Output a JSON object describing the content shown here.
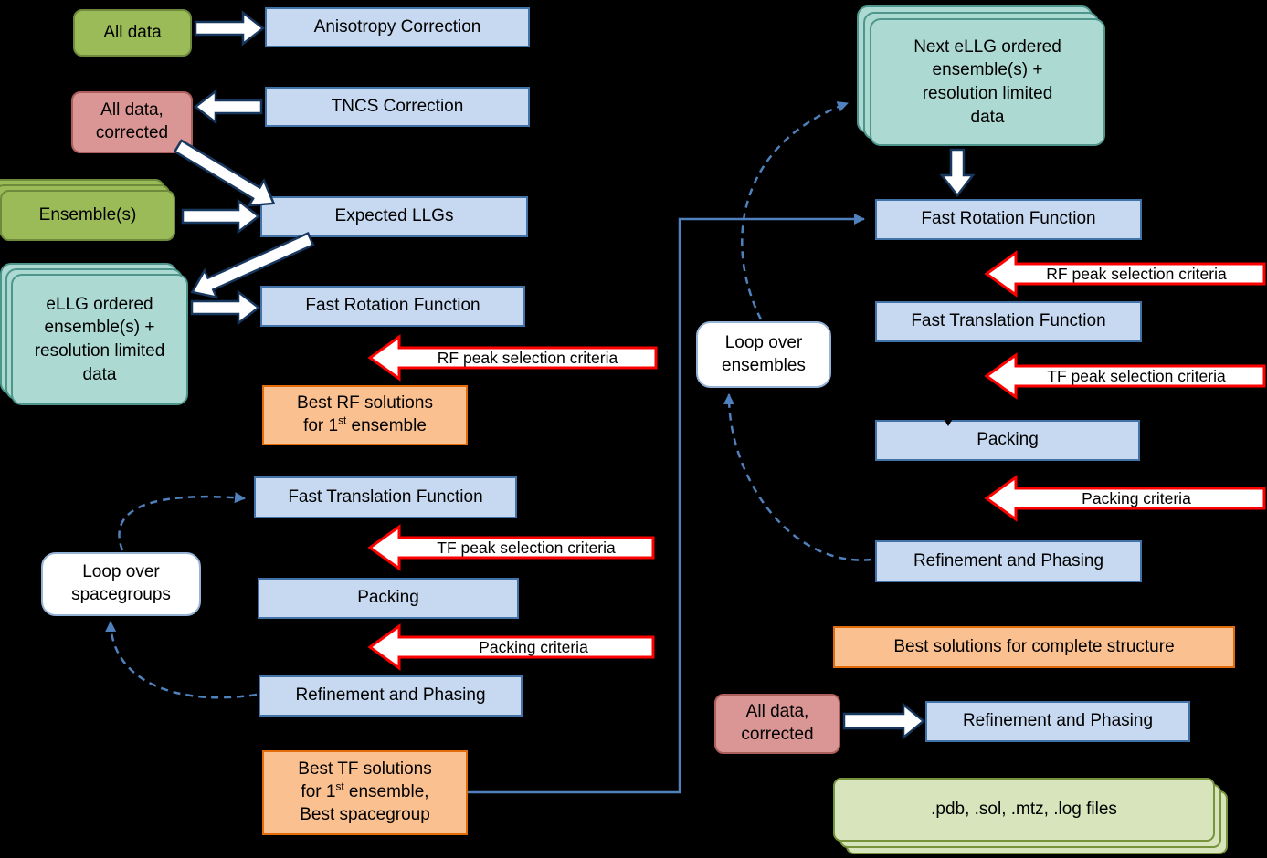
{
  "diagram": {
    "left": {
      "all_data": "All data",
      "anisotropy_correction": "Anisotropy Correction",
      "tncs_correction": "TNCS Correction",
      "all_data_corrected": "All data, corrected",
      "ensembles": "Ensemble(s)",
      "expected_llgs": "Expected LLGs",
      "ellg_ordered_ensembles": "eLLG ordered ensemble(s) + resolution limited data",
      "fast_rotation_function": "Fast Rotation Function",
      "rf_peak_criteria": "RF peak selection criteria",
      "best_rf_solutions": {
        "line1": "Best RF solutions",
        "line2_pre": "for 1",
        "line2_sup": "st",
        "line2_post": " ensemble"
      },
      "fast_translation_function": "Fast Translation Function",
      "tf_peak_criteria": "TF peak selection criteria",
      "packing": "Packing",
      "packing_criteria": "Packing criteria",
      "refinement_and_phasing": "Refinement and Phasing",
      "loop_over_spacegroups": "Loop over spacegroups",
      "best_tf_solutions": {
        "line1": "Best TF solutions",
        "line2_pre": "for 1",
        "line2_sup": "st",
        "line2_post": " ensemble,",
        "line3": "Best spacegroup"
      }
    },
    "right": {
      "next_ellg_ensembles": "Next eLLG ordered ensemble(s) + resolution limited data",
      "fast_rotation_function": "Fast Rotation Function",
      "rf_peak_criteria": "RF peak selection criteria",
      "fast_translation_function": "Fast Translation Function",
      "tf_peak_criteria": "TF peak selection criteria",
      "packing": "Packing",
      "packing_criteria": "Packing criteria",
      "refinement_and_phasing": "Refinement and Phasing",
      "loop_over_ensembles": "Loop over ensembles",
      "best_solutions": "Best solutions for complete structure",
      "all_data_corrected": "All data, corrected",
      "final_refinement_and_phasing": "Refinement and Phasing",
      "output_files": ".pdb, .sol, .mtz, .log files"
    },
    "colors": {
      "background": "#000000",
      "process_blue_fill": "#C6D9F1",
      "process_blue_border": "#4173A9",
      "data_green_fill": "#9BBB59",
      "data_green_border": "#6E8B3D",
      "data_pink_fill": "#D99694",
      "data_pink_border": "#AD5F5C",
      "ensemble_teal_fill": "#ACD9D2",
      "ensemble_teal_border": "#4E968B",
      "result_orange_fill": "#FAC090",
      "result_orange_border": "#E36C0A",
      "output_green_fill": "#D7E4BC",
      "output_green_border": "#77933C",
      "criteria_arrow_red": "#FF0000",
      "flow_arrow_border": "#17375E",
      "loop_dash_blue": "#4F81BD"
    }
  }
}
